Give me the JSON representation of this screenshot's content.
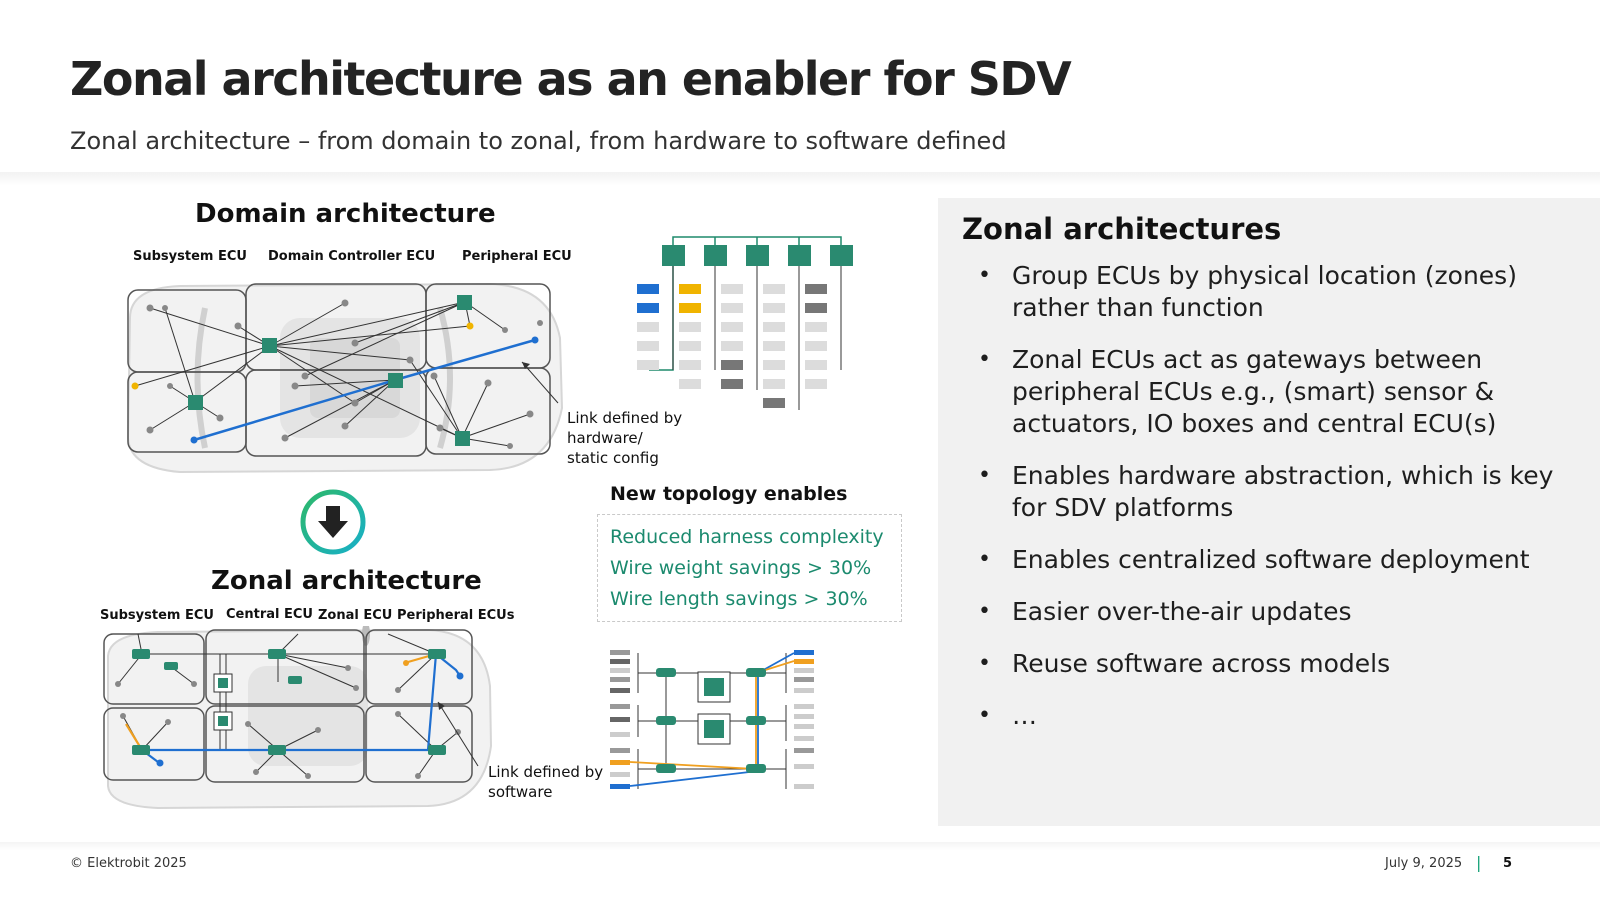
{
  "slide": {
    "title": "Zonal architecture as an enabler for SDV",
    "subtitle": "Zonal architecture – from domain to zonal, from hardware to software defined"
  },
  "domain_diagram": {
    "heading": "Domain architecture",
    "labels": {
      "subsystem": "Subsystem ECU",
      "domain_controller": "Domain Controller ECU",
      "peripheral": "Peripheral ECU"
    },
    "note": "Link defined by hardware/ static config"
  },
  "zonal_diagram": {
    "heading": "Zonal architecture",
    "labels": {
      "subsystem": "Subsystem ECU",
      "central": "Central ECU",
      "zonal": "Zonal ECU",
      "peripheral": "Peripheral ECUs"
    },
    "note": "Link defined by software"
  },
  "topology": {
    "title": "New topology enables",
    "items": [
      "Reduced harness complexity",
      "Wire weight savings > 30%",
      "Wire length savings > 30%"
    ]
  },
  "panel": {
    "title": "Zonal architectures",
    "bullets": [
      "Group ECUs by physical location (zones) rather than function",
      "Zonal ECUs act as gateways between peripheral ECUs e.g., (smart) sensor & actuators, IO boxes and central ECU(s)",
      "Enables hardware abstraction, which is key for SDV platforms",
      "Enables centralized software deployment",
      "Easier over-the-air updates",
      "Reuse software across models",
      "…"
    ]
  },
  "footer": {
    "copyright": "© Elektrobit 2025",
    "date": "July 9, 2025",
    "separator": "|",
    "page": "5"
  },
  "colors": {
    "ecu_green": "#2a8a70",
    "link_blue": "#1f6fd0",
    "link_orange": "#f0a020",
    "text_accent": "#1b8a6e"
  }
}
